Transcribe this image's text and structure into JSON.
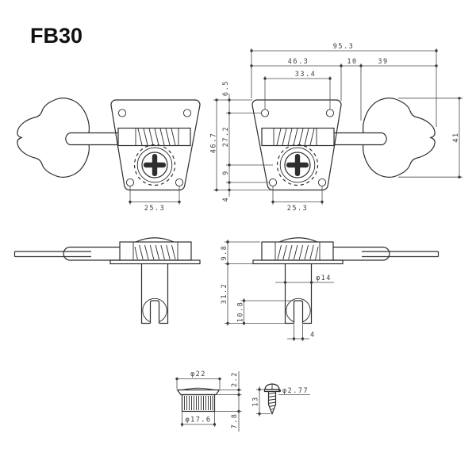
{
  "title": "FB30",
  "colors": {
    "line": "#2e2e2e",
    "dim": "#4a4a4a",
    "text": "#3d3d3d",
    "background": "#ffffff"
  },
  "front_view": {
    "dim_overall_width": "95.3",
    "dim_plate_width": "46.3",
    "dim_gap": "10",
    "dim_key_length": "39",
    "dim_top_hole_spacing": "33.4",
    "dim_plate_height": "46.7",
    "dim_top_edge_to_hole": "6.5",
    "dim_hole_to_gear": "27.2",
    "dim_gear_to_hole": "9",
    "dim_hole_to_edge": "4",
    "dim_key_height": "41",
    "dim_bottom_hole_spacing": "25.3"
  },
  "side_view": {
    "dim_height_above_plate": "9.8",
    "dim_post_length": "31.2",
    "dim_slot_depth": "10.8",
    "dim_post_diameter": "φ14",
    "dim_slot_width": "4"
  },
  "bushing": {
    "dim_flange_diameter": "φ22",
    "dim_body_diameter": "φ17.6",
    "dim_flange_height": "2.2",
    "dim_body_height": "7.8"
  },
  "screw": {
    "dim_length": "13",
    "dim_diameter": "φ2.77"
  }
}
